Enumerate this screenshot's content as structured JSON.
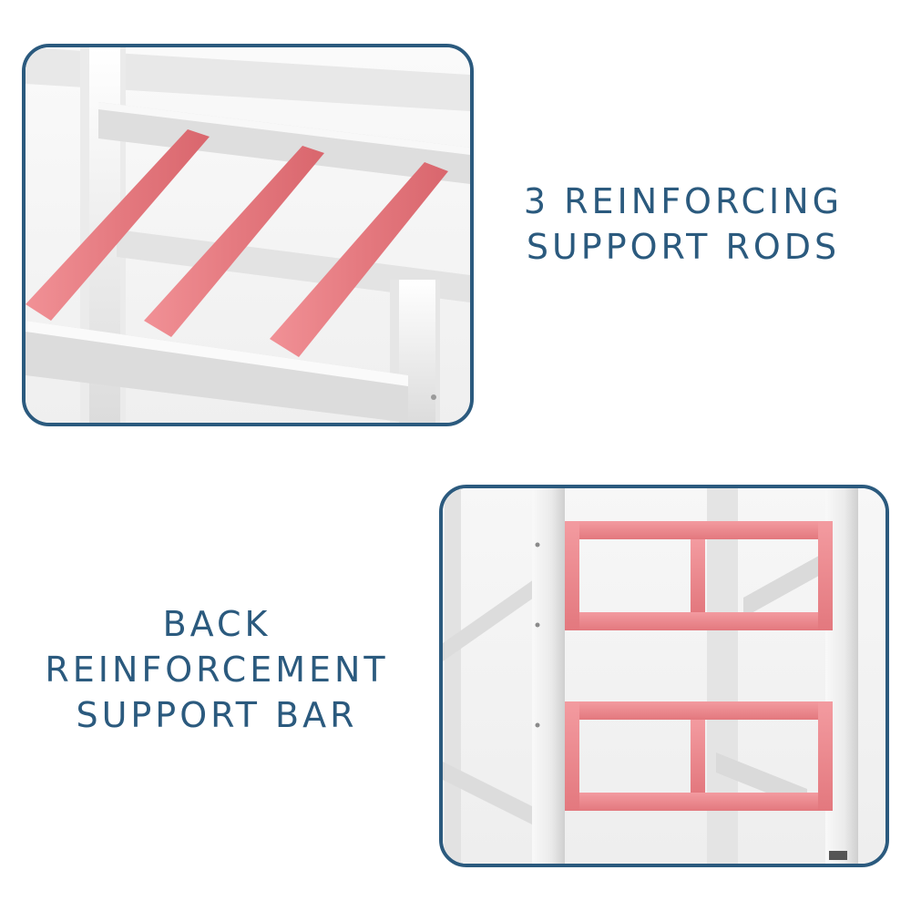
{
  "top_feature": {
    "line1": "3 REINFORCING",
    "line2": "SUPPORT RODS"
  },
  "bottom_feature": {
    "line1": "BACK",
    "line2": "REINFORCEMENT",
    "line3": "SUPPORT BAR"
  },
  "colors": {
    "border": "#2b5a7e",
    "text": "#2b5a7e",
    "accent_pink": "#e87c80",
    "frame_white": "#ececec"
  },
  "images": {
    "top": "support-rods-closeup-photo",
    "bottom": "back-reinforcement-bar-closeup-photo"
  }
}
